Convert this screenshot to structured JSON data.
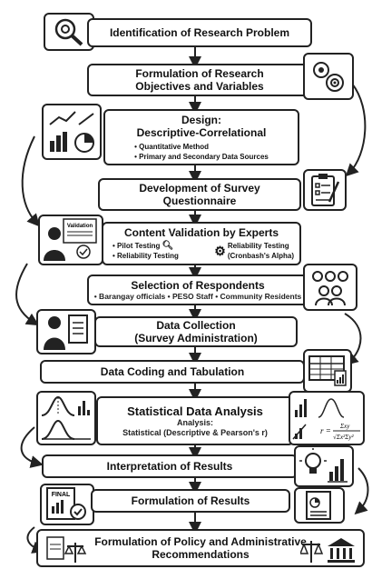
{
  "steps": {
    "s1": {
      "title": "Identification of Research Problem"
    },
    "s2": {
      "title_line1": "Formulation of Research",
      "title_line2": "Objectives and Variables"
    },
    "s3": {
      "title_line1": "Design:",
      "title_line2": "Descriptive-Correlational",
      "bullets": [
        "Quantitative Method",
        "Primary and Secondary Data Sources"
      ]
    },
    "s4": {
      "title_line1": "Development of Survey",
      "title_line2": "Questionnaire"
    },
    "s5": {
      "title": "Content Validation by Experts",
      "items": [
        "Pilot Testing",
        "Reliability Testing",
        "Reliability Testing",
        "(Cronbash's Alpha)"
      ],
      "badge": "Validation"
    },
    "s6": {
      "title": "Selection of Respondents",
      "line": "• Barangay officials • PESO Staff • Community Residents"
    },
    "s7": {
      "title_line1": "Data Collection",
      "title_line2": "(Survey Administration)"
    },
    "s8": {
      "title": "Data Coding and Tabulation"
    },
    "s9": {
      "title": "Statistical Data Analysis",
      "sub1": "Analysis:",
      "sub2": "Statistical (Descriptive & Pearson's r)",
      "formula_r": "r ="
    },
    "s10": {
      "title": "Interpretation of Results"
    },
    "s11": {
      "title": "Formulation of Results",
      "badge": "FINAL"
    },
    "s12": {
      "title_line1": "Formulation of Policy and Administrative",
      "title_line2": "Recommendations"
    }
  }
}
